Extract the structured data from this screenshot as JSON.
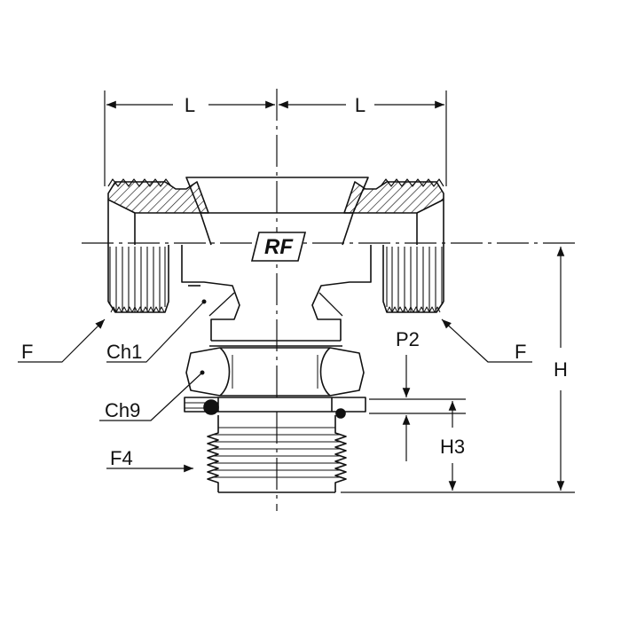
{
  "logo": "RF",
  "dimensions": {
    "length_left": "L",
    "length_right": "L",
    "height": "H",
    "p2": "P2",
    "h3": "H3"
  },
  "callouts": {
    "thread_left": "F",
    "thread_right": "F",
    "ch1": "Ch1",
    "ch9": "Ch9",
    "f4": "F4"
  },
  "colors": {
    "line": "#111111",
    "background": "#ffffff"
  }
}
